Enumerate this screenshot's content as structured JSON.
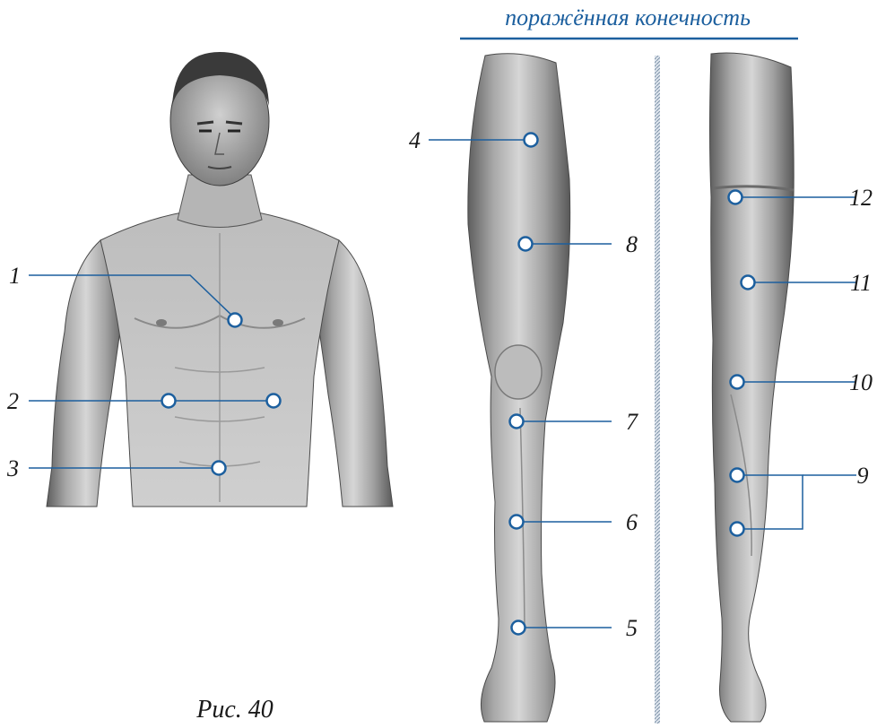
{
  "title": "поражённая конечность",
  "caption": "Рис. 40",
  "colors": {
    "accent": "#1c5f9e",
    "skin_dark": "#5d5d5d",
    "skin_mid": "#9a9a9a",
    "skin_light": "#d8d8d8"
  },
  "labels": {
    "l1": "1",
    "l2": "2",
    "l3": "3",
    "l4": "4",
    "l5": "5",
    "l6": "6",
    "l7": "7",
    "l8": "8",
    "l9": "9",
    "l10": "10",
    "l11": "11",
    "l12": "12"
  }
}
